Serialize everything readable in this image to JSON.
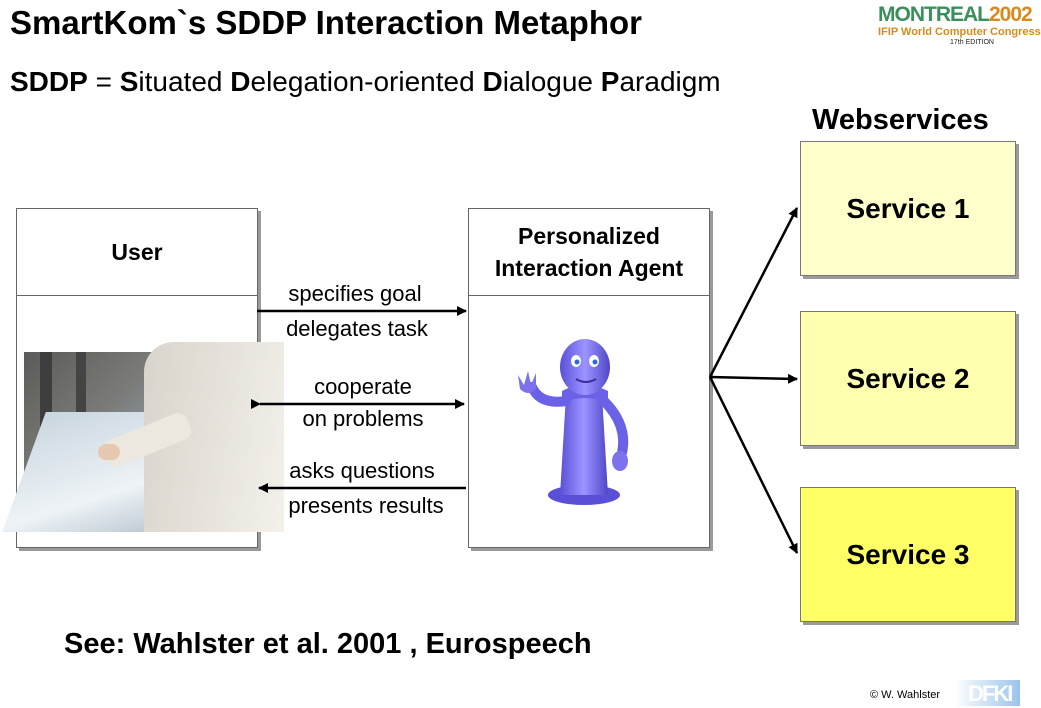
{
  "slide": {
    "title": "SmartKom`s SDDP Interaction Metaphor",
    "subtitle": {
      "abbr": "SDDP",
      "eq": " = ",
      "w1_initial": "S",
      "w1_rest": "ituated ",
      "w2_initial": "D",
      "w2_rest": "elegation-oriented ",
      "w3_initial": "D",
      "w3_rest": "ialogue ",
      "w4_initial": "P",
      "w4_rest": "aradigm"
    },
    "reference": "See: Wahlster et al. 2001 , Eurospeech",
    "copyright": "© W. Wahlster"
  },
  "logo": {
    "name_part1": "MONTREAL",
    "name_part2": "2002",
    "line2": "IFIP World Computer Congress",
    "line3": "17th EDITION"
  },
  "footer_logo": {
    "text": "DFKI"
  },
  "diagram": {
    "user_box": {
      "title": "User"
    },
    "agent_box": {
      "title_line1": "Personalized",
      "title_line2": "Interaction Agent"
    },
    "arrows": {
      "a1_line1": "specifies goal",
      "a1_line2": "delegates task",
      "a2_line1": "cooperate",
      "a2_line2": "on problems",
      "a3_line1": "asks questions",
      "a3_line2": "presents results"
    },
    "webservices_label": "Webservices",
    "services": [
      "Service 1",
      "Service 2",
      "Service 3"
    ]
  },
  "colors": {
    "service1": "#ffffcc",
    "service2": "#ffffb0",
    "service3": "#ffff66",
    "agent": "#7d72ee",
    "logo_green": "#3a8f5a",
    "logo_orange": "#d98a1c"
  }
}
